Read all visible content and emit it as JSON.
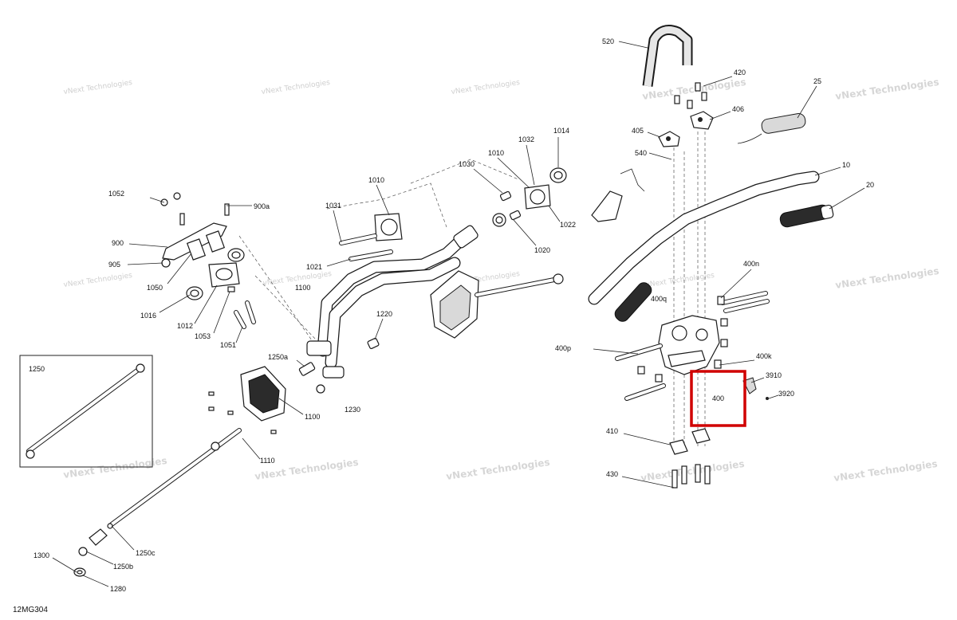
{
  "callouts": [
    {
      "id": "c520",
      "text": "520"
    },
    {
      "id": "c420",
      "text": "420"
    },
    {
      "id": "c25",
      "text": "25"
    },
    {
      "id": "c406",
      "text": "406"
    },
    {
      "id": "c405",
      "text": "405"
    },
    {
      "id": "c540",
      "text": "540"
    },
    {
      "id": "c10",
      "text": "10"
    },
    {
      "id": "c20",
      "text": "20"
    },
    {
      "id": "c1014",
      "text": "1014"
    },
    {
      "id": "c1032",
      "text": "1032"
    },
    {
      "id": "c1010b",
      "text": "1010"
    },
    {
      "id": "c1030",
      "text": "1030"
    },
    {
      "id": "c1022",
      "text": "1022"
    },
    {
      "id": "c1020",
      "text": "1020"
    },
    {
      "id": "c1010a",
      "text": "1010"
    },
    {
      "id": "c1031",
      "text": "1031"
    },
    {
      "id": "c1021",
      "text": "1021"
    },
    {
      "id": "c1100a",
      "text": "1100"
    },
    {
      "id": "c1052",
      "text": "1052"
    },
    {
      "id": "c900a",
      "text": "900a"
    },
    {
      "id": "c900",
      "text": "900"
    },
    {
      "id": "c905",
      "text": "905"
    },
    {
      "id": "c1050",
      "text": "1050"
    },
    {
      "id": "c1016",
      "text": "1016"
    },
    {
      "id": "c1012",
      "text": "1012"
    },
    {
      "id": "c1053",
      "text": "1053"
    },
    {
      "id": "c1051",
      "text": "1051"
    },
    {
      "id": "c1220",
      "text": "1220"
    },
    {
      "id": "c1250a",
      "text": "1250a"
    },
    {
      "id": "c1230",
      "text": "1230"
    },
    {
      "id": "c1100b",
      "text": "1100"
    },
    {
      "id": "c1110",
      "text": "1110"
    },
    {
      "id": "c1250",
      "text": "1250"
    },
    {
      "id": "c1300",
      "text": "1300"
    },
    {
      "id": "c1250c",
      "text": "1250c"
    },
    {
      "id": "c1250b",
      "text": "1250b"
    },
    {
      "id": "c1280",
      "text": "1280"
    },
    {
      "id": "c400n",
      "text": "400n"
    },
    {
      "id": "c400q",
      "text": "400q"
    },
    {
      "id": "c400p",
      "text": "400p"
    },
    {
      "id": "c400k",
      "text": "400k"
    },
    {
      "id": "c3910",
      "text": "3910"
    },
    {
      "id": "c400",
      "text": "400"
    },
    {
      "id": "c3920",
      "text": "3920"
    },
    {
      "id": "c410",
      "text": "410"
    },
    {
      "id": "c430",
      "text": "430"
    }
  ],
  "reference_code": "12MG304",
  "watermark": {
    "line1": "vNext",
    "line2": "Technologies",
    "line_combined": "vNext Technologies"
  },
  "highlight_color": "#d00000",
  "highlighted_part": "400"
}
